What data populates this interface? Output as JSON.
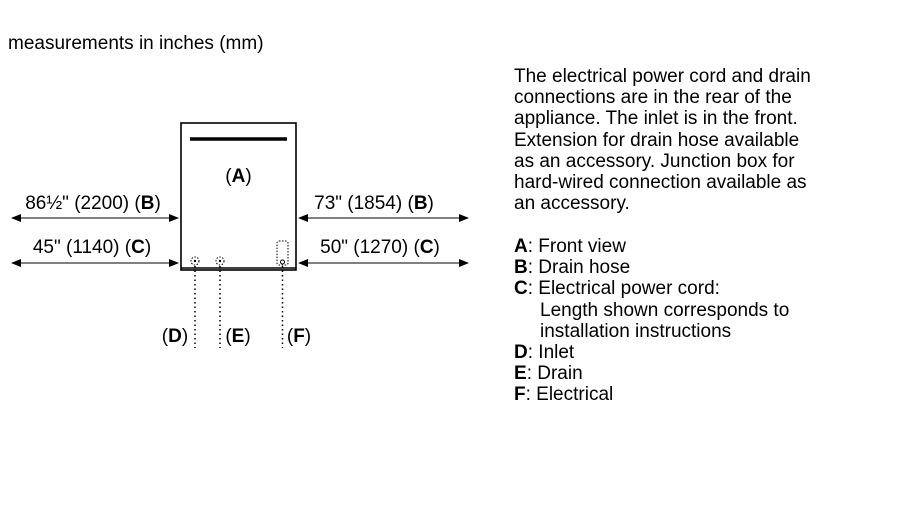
{
  "header": "measurements in inches (mm)",
  "diagram": {
    "component_label": "(A)",
    "left_dimensions": [
      {
        "text": "86½\" (2200) ",
        "key": "B",
        "close": ")",
        "open": "("
      },
      {
        "text": "45\" (1140) ",
        "key": "C",
        "close": ")",
        "open": "("
      }
    ],
    "right_dimensions": [
      {
        "text": "73\" (1854) ",
        "key": "B",
        "close": ")",
        "open": "("
      },
      {
        "text": "50\" (1270) ",
        "key": "C",
        "close": ")",
        "open": "("
      }
    ],
    "connection_labels": [
      {
        "open": "(",
        "key": "D",
        "close": ")"
      },
      {
        "open": "(",
        "key": "E",
        "close": ")"
      },
      {
        "open": "(",
        "key": "F",
        "close": ")"
      }
    ]
  },
  "description": [
    "The electrical power cord and drain",
    "connections are in the rear of the",
    "appliance. The inlet is in the front.",
    "Extension for drain hose available",
    "as an accessory. Junction box for",
    "hard-wired connection available as",
    "an accessory."
  ],
  "legend": [
    {
      "key": "A",
      "text": ": Front view"
    },
    {
      "key": "B",
      "text": ": Drain hose"
    },
    {
      "key": "C",
      "text": ": Electrical power cord:"
    },
    {
      "continuation": "Length shown corresponds to"
    },
    {
      "continuation": "installation instructions"
    },
    {
      "key": "D",
      "text": ": Inlet"
    },
    {
      "key": "E",
      "text": ": Drain"
    },
    {
      "key": "F",
      "text": ": Electrical"
    }
  ]
}
